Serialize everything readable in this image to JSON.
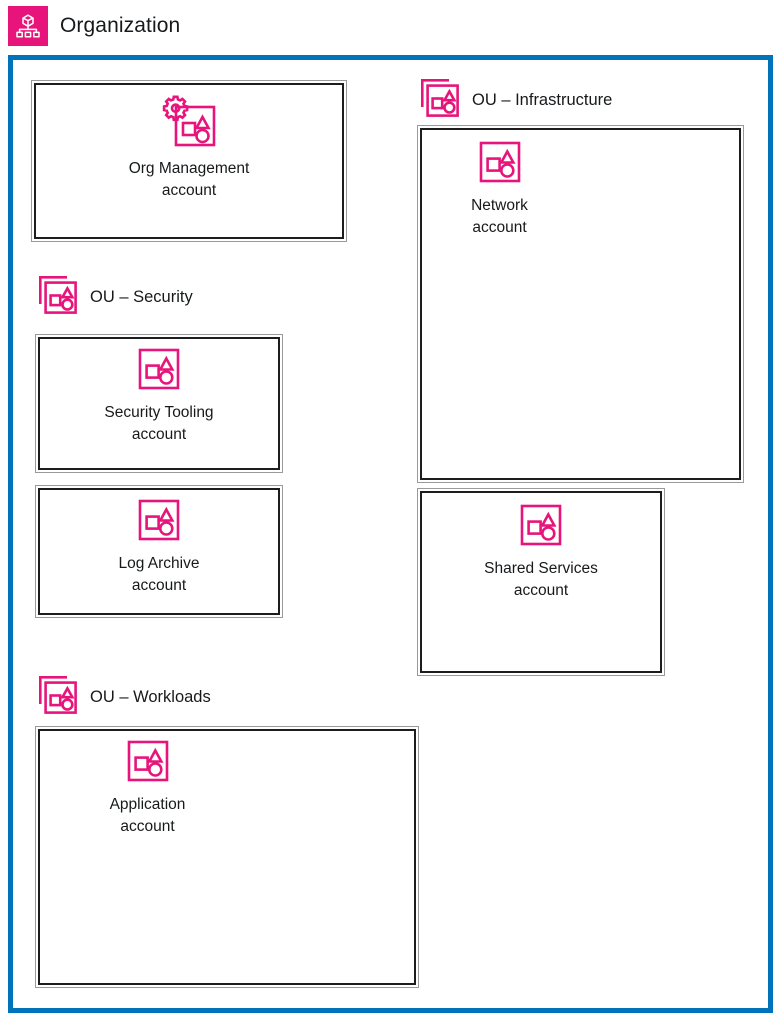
{
  "header": {
    "title": "Organization",
    "icon": "organization-icon",
    "badge_color": "#E7157B"
  },
  "colors": {
    "accent_pink": "#E7157B",
    "frame_blue": "#0073BB",
    "box_border": "#1d1d1d",
    "text": "#17191b"
  },
  "organization": {
    "accounts": [
      {
        "id": "org-management",
        "name": "Org Management\naccount",
        "icon": "management-account-icon"
      }
    ],
    "organizational_units": [
      {
        "id": "ou-security",
        "label": "OU – Security",
        "icon": "ou-icon",
        "accounts": [
          {
            "id": "security-tooling",
            "name": "Security Tooling\naccount",
            "icon": "account-icon"
          },
          {
            "id": "log-archive",
            "name": "Log Archive\naccount",
            "icon": "account-icon"
          }
        ]
      },
      {
        "id": "ou-workloads",
        "label": "OU – Workloads",
        "icon": "ou-icon",
        "accounts": [
          {
            "id": "application",
            "name": "Application\naccount",
            "icon": "account-icon"
          }
        ]
      },
      {
        "id": "ou-infrastructure",
        "label": "OU – Infrastructure",
        "icon": "ou-icon",
        "accounts": [
          {
            "id": "network",
            "name": "Network\naccount",
            "icon": "account-icon"
          },
          {
            "id": "shared-services",
            "name": "Shared Services\naccount",
            "icon": "account-icon"
          }
        ]
      }
    ]
  }
}
